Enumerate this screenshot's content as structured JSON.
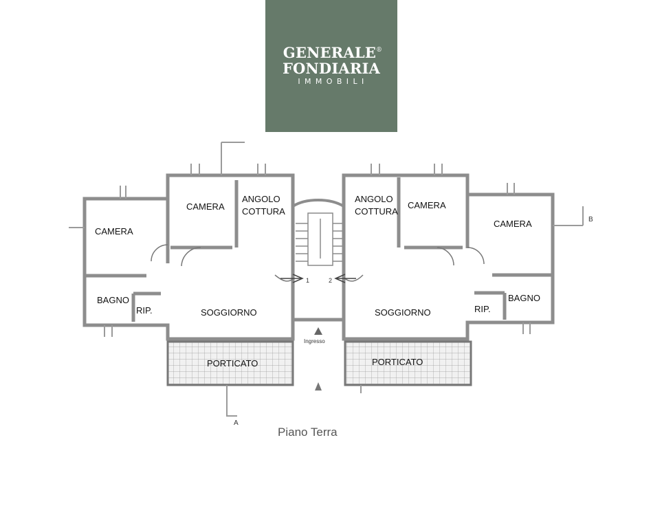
{
  "logo": {
    "line1": "GENERALE",
    "registered": "®",
    "line2": "FONDIARIA",
    "line3": "IMMOBILI",
    "background": "#667a6a"
  },
  "plan": {
    "caption": "Piano Terra",
    "entrance": "Ingresso",
    "stairs": [
      "1",
      "2"
    ],
    "section_marks": [
      "A",
      "B"
    ],
    "rooms": {
      "left_camera_a": "CAMERA",
      "left_camera_b": "CAMERA",
      "left_angolo_1": "ANGOLO",
      "left_angolo_2": "COTTURA",
      "left_bagno": "BAGNO",
      "left_rip": "RIP.",
      "left_soggiorno": "SOGGIORNO",
      "left_porticato": "PORTICATO",
      "right_angolo_1": "ANGOLO",
      "right_angolo_2": "COTTURA",
      "right_camera_a": "CAMERA",
      "right_camera_b": "CAMERA",
      "right_bagno": "BAGNO",
      "right_rip": "RIP.",
      "right_soggiorno": "SOGGIORNO",
      "right_porticato": "PORTICATO"
    }
  }
}
